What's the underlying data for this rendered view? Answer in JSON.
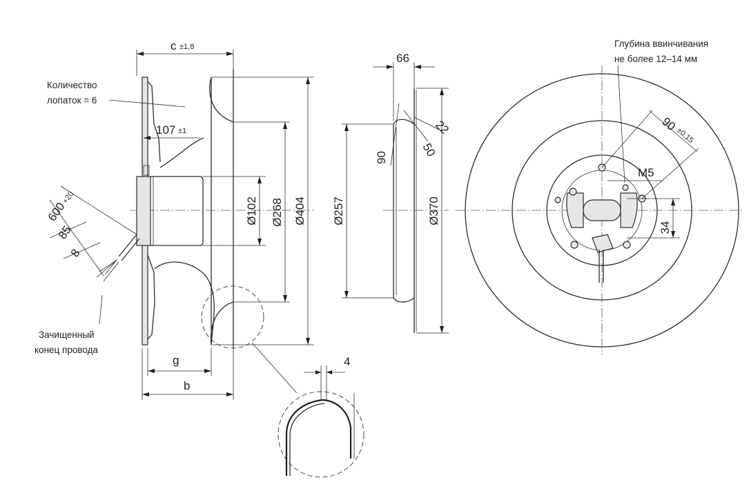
{
  "side_view": {
    "blades_note": [
      "Количество",
      "лопаток = 6"
    ],
    "wire_note": [
      "Зачищенный",
      "конец провода"
    ],
    "dim_c": "c",
    "dim_c_tol": "±1,8",
    "dim_107": "107",
    "dim_107_tol": "±1",
    "dim_600": "600",
    "dim_600_tol": "+20",
    "dim_85": "85",
    "dim_8": "8",
    "dim_g": "g",
    "dim_b": "b",
    "dia_102": "Ø102",
    "dia_268": "Ø268",
    "dia_404": "Ø404"
  },
  "detail_view": {
    "dim_4": "4"
  },
  "inlet_ring": {
    "dim_66": "66",
    "dim_22": "22",
    "dim_50": "50",
    "dim_90": "90",
    "dia_257": "Ø257",
    "dia_370": "Ø370"
  },
  "front_view": {
    "depth_note": [
      "Глубина ввинчивания",
      "не более 12–14 мм"
    ],
    "dim_90": "90",
    "dim_90_tol": "±0,15",
    "dim_m5": "M5",
    "dim_34": "34"
  }
}
